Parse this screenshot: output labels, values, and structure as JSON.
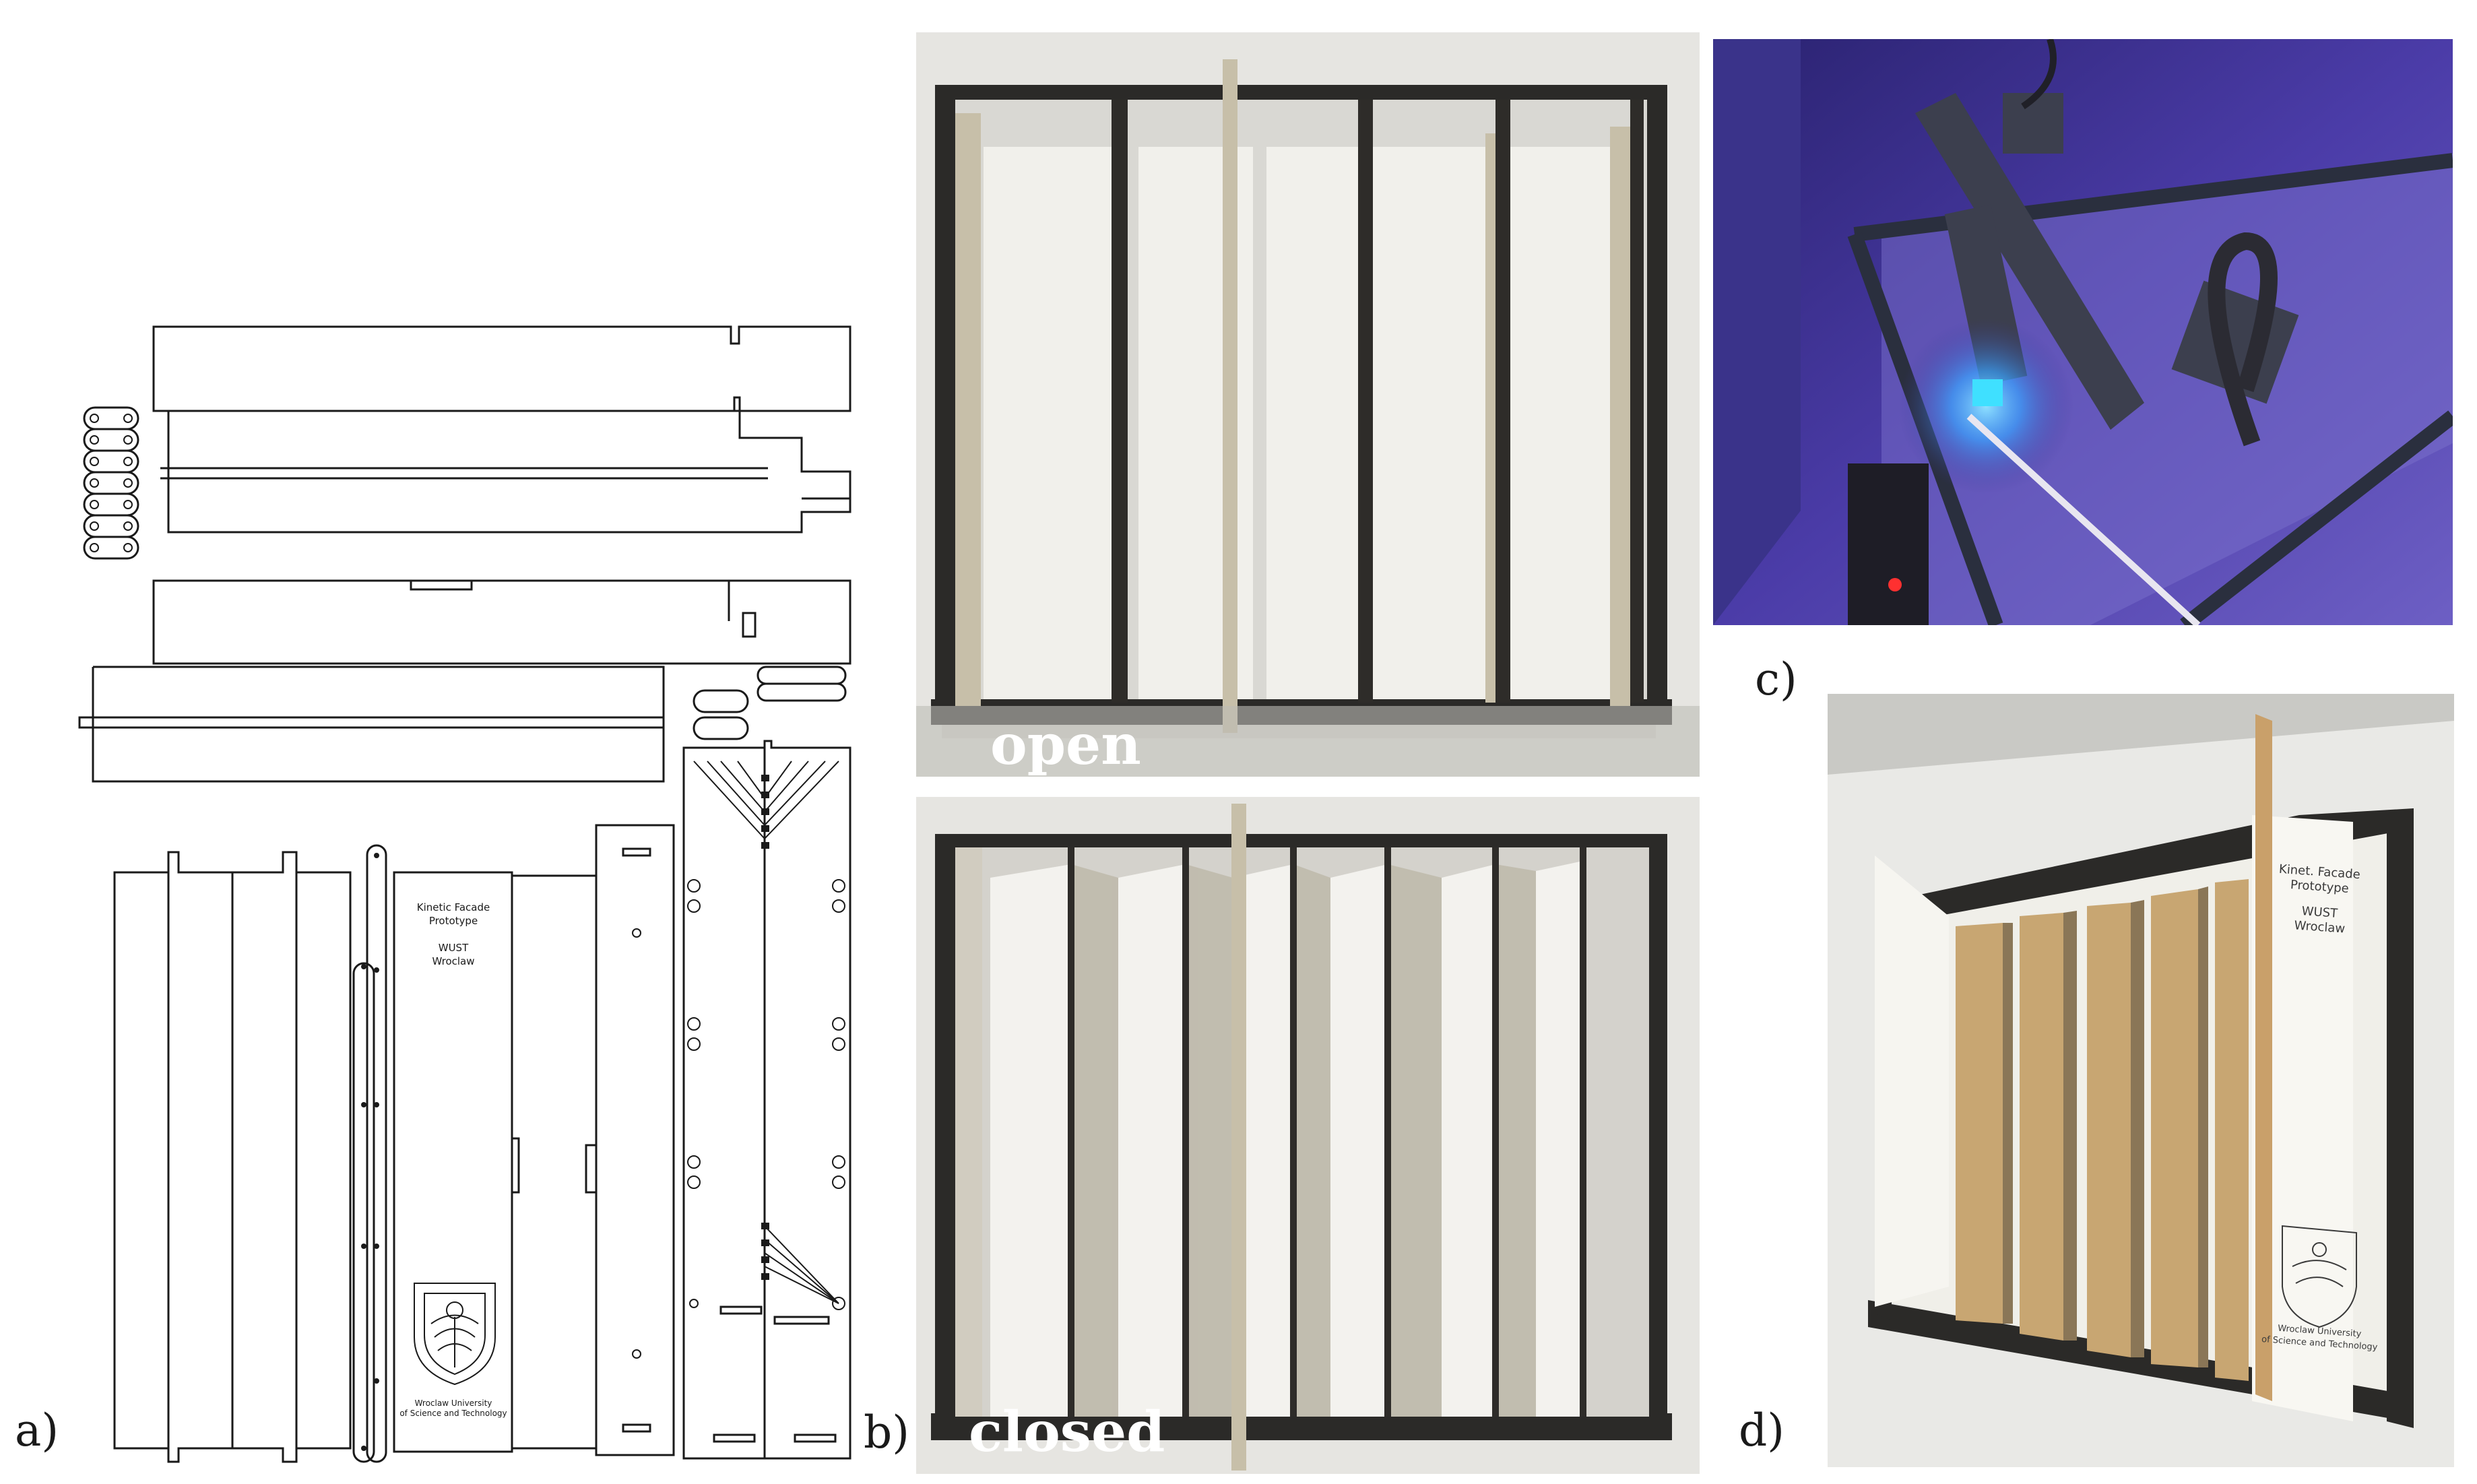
{
  "labels": {
    "a": "a)",
    "b": "b)",
    "c": "c)",
    "d": "d)"
  },
  "panel_b": {
    "open_caption": "open",
    "closed_caption": "closed"
  },
  "panel_a": {
    "engraving_title_1": "Kinetic Facade",
    "engraving_title_2": "Prototype",
    "engraving_org": "WUST",
    "engraving_city": "Wroclaw",
    "engraving_uni_1": "Wroclaw University",
    "engraving_uni_2": "of Science and Technology"
  },
  "panel_d": {
    "engraving_title_1": "Kinet. Facade",
    "engraving_title_2": "Prototype",
    "engraving_org": "WUST",
    "engraving_city": "Wroclaw",
    "engraving_uni_1": "Wroclaw University",
    "engraving_uni_2": "of Science and Technology"
  },
  "colors": {
    "line": "#1a1a1a",
    "frame_dark": "#2b2a28",
    "panel_white": "#f1f0eb",
    "wall": "#e9e9e6",
    "mdf": "#c8a672",
    "laser_bg": "#3b2f8c",
    "laser_glow": "#3aa3ff"
  }
}
